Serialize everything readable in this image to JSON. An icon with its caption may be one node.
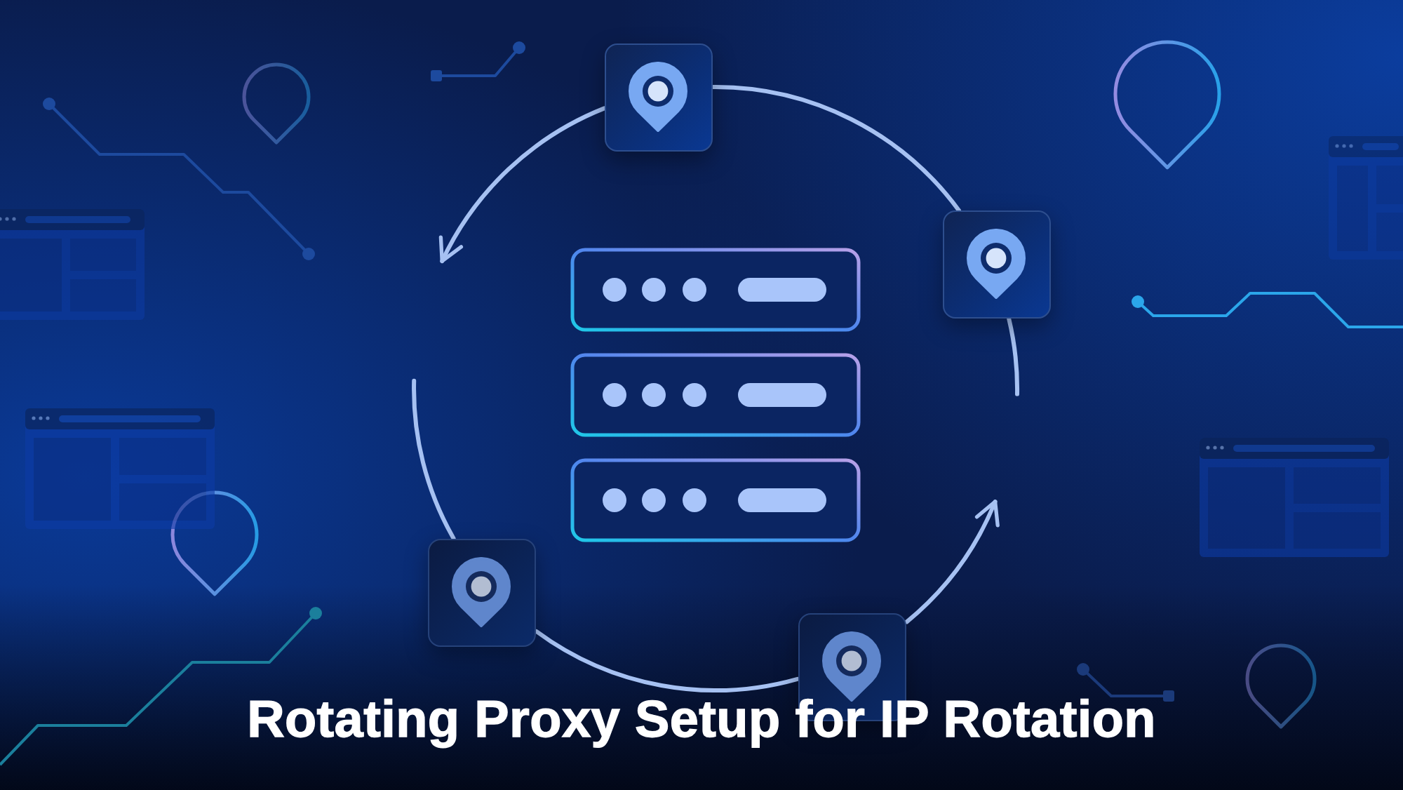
{
  "diagram": {
    "title": "Rotating Proxy Setup for IP Rotation",
    "nodes": [
      {
        "text": [],
        "shape": "box"
      },
      {
        "text": [],
        "shape": "box"
      },
      {
        "text": [],
        "shape": "box"
      },
      {
        "text": [],
        "shape": "box"
      }
    ],
    "edges": [
      {
        "from": 0,
        "to": null,
        "arrow": "to"
      },
      {
        "from": 0,
        "to": 1,
        "arrow": "none"
      },
      {
        "from": 1,
        "to": null,
        "arrow": "none"
      },
      {
        "from": null,
        "to": 2,
        "arrow": "none"
      },
      {
        "from": 2,
        "to": 3,
        "arrow": "none"
      },
      {
        "from": 3,
        "to": null,
        "arrow": "to"
      }
    ]
  }
}
